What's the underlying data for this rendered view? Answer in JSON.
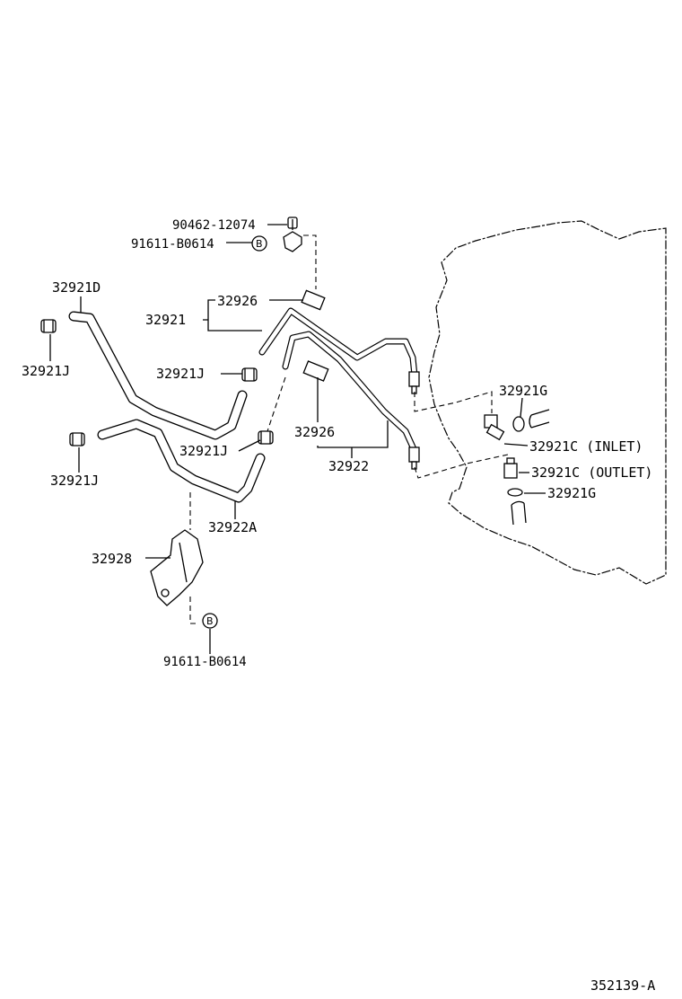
{
  "labels": {
    "p90462": "90462-12074",
    "p91611_top": "91611-B0614",
    "p32921D": "32921D",
    "p32926_top": "32926",
    "p32921": "32921",
    "p32921J_left": "32921J",
    "p32921J_mid": "32921J",
    "p32921J_clip": "32921J",
    "p32921J_lower": "32921J",
    "p32926_mid": "32926",
    "p32922": "32922",
    "p32922A": "32922A",
    "p32921G_top": "32921G",
    "p32921C_inlet": "32921C (INLET)",
    "p32921C_outlet": "32921C (OUTLET)",
    "p32921G_bottom": "32921G",
    "p32928": "32928",
    "p91611_bottom": "91611-B0614",
    "ref_b_top": "B",
    "ref_b_bottom": "B",
    "diagram_code": "352139-A"
  }
}
